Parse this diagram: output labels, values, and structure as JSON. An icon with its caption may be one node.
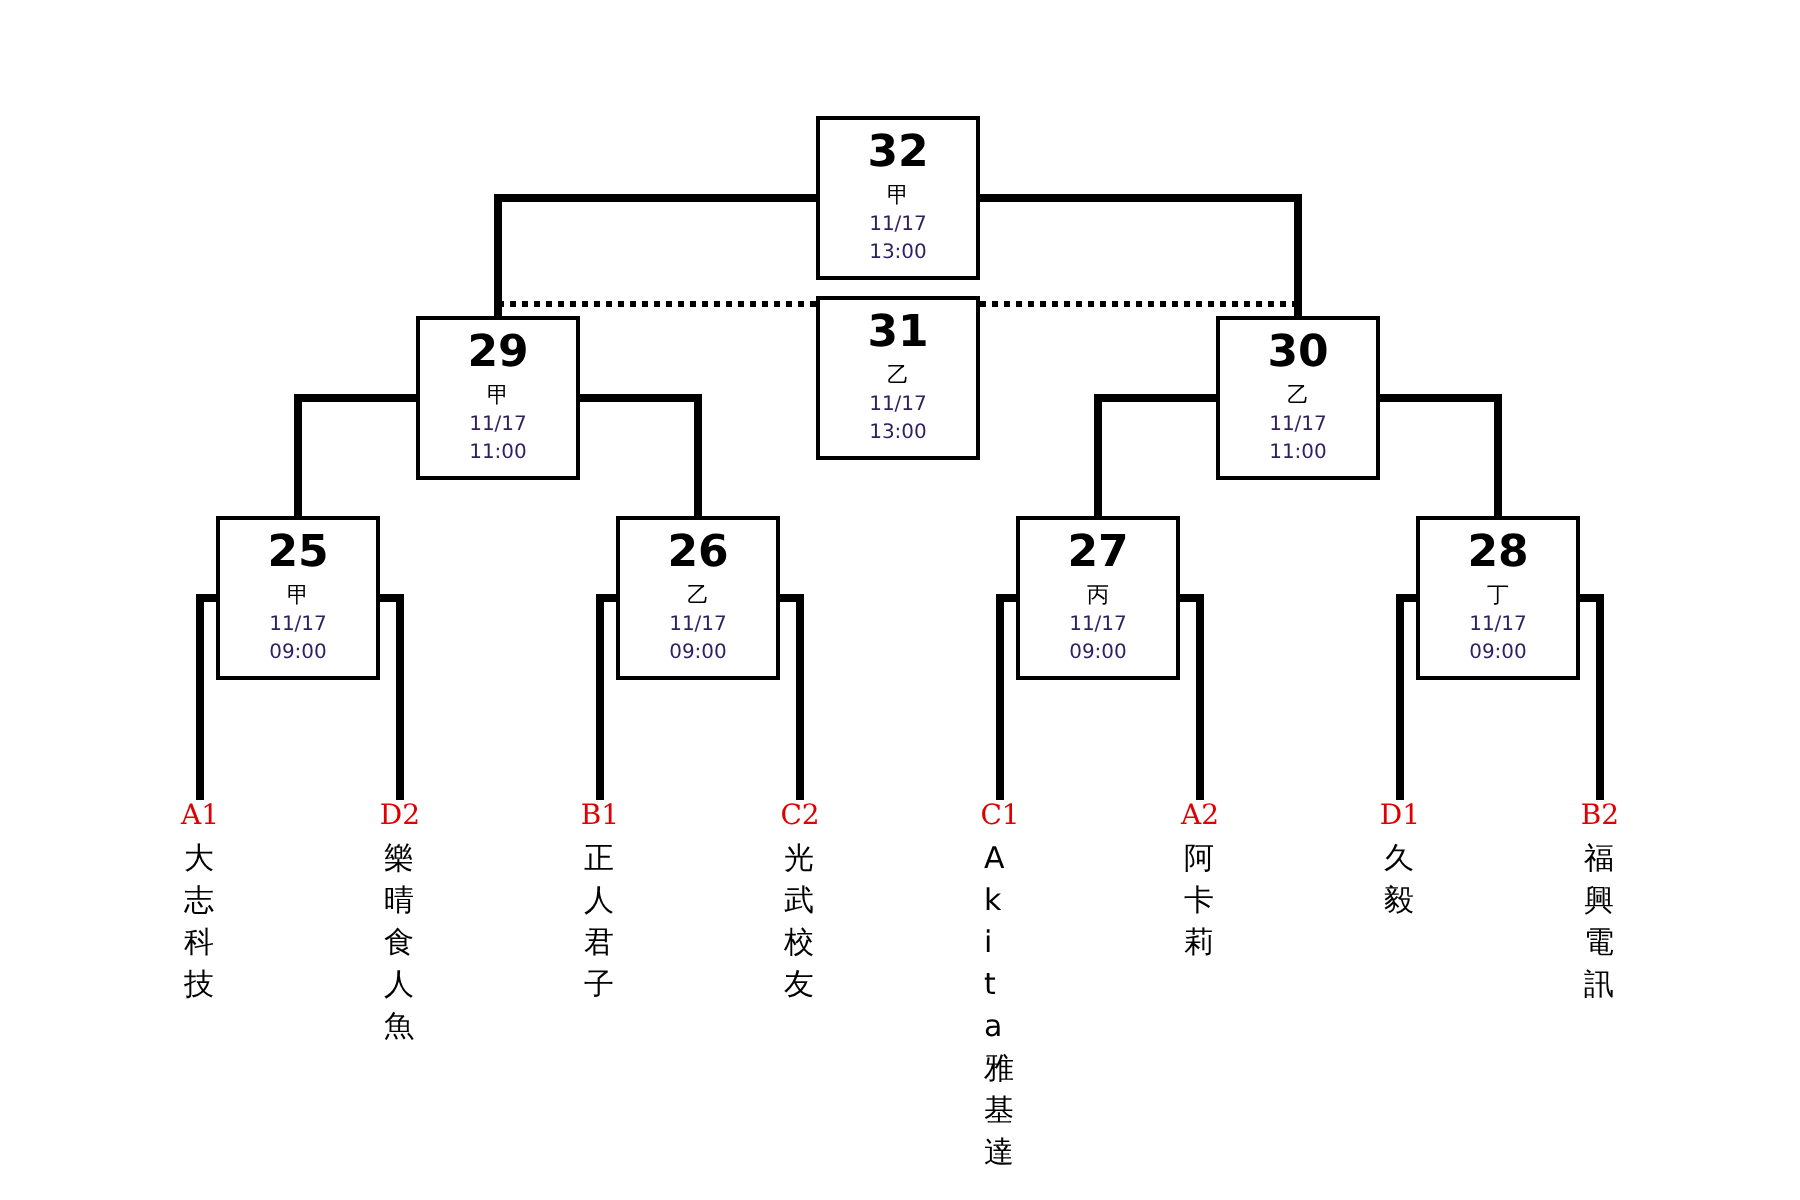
{
  "diagram": {
    "nodes": [
      {
        "text": [
          "32",
          "甲",
          "11/17",
          "13:00"
        ]
      },
      {
        "text": [
          "29",
          "甲",
          "11/17",
          "11:00"
        ]
      },
      {
        "text": [
          "31",
          "乙",
          "11/17",
          "13:00"
        ]
      },
      {
        "text": [
          "30",
          "乙",
          "11/17",
          "11:00"
        ]
      },
      {
        "text": [
          "25",
          "甲",
          "11/17",
          "09:00"
        ]
      },
      {
        "text": [
          "26",
          "乙",
          "11/17",
          "09:00"
        ]
      },
      {
        "text": [
          "27",
          "丙",
          "11/17",
          "09:00"
        ]
      },
      {
        "text": [
          "28",
          "丁",
          "11/17",
          "09:00"
        ]
      },
      {
        "text": [
          "A1",
          "大志科技"
        ]
      },
      {
        "text": [
          "D2",
          "樂晴食人魚"
        ]
      },
      {
        "text": [
          "B1",
          "正人君子"
        ]
      },
      {
        "text": [
          "C2",
          "光武校友"
        ]
      },
      {
        "text": [
          "C1",
          "Akita雅基達"
        ]
      },
      {
        "text": [
          "A2",
          "阿卡莉"
        ]
      },
      {
        "text": [
          "D1",
          "久毅"
        ]
      },
      {
        "text": [
          "B2",
          "福興電訊"
        ]
      }
    ],
    "edges": [
      {
        "from": 1,
        "to": 0,
        "arrow": "none"
      },
      {
        "from": 3,
        "to": 0,
        "arrow": "none"
      },
      {
        "from": 1,
        "to": 2,
        "arrow": "none",
        "style": "dashed"
      },
      {
        "from": 3,
        "to": 2,
        "arrow": "none",
        "style": "dashed"
      },
      {
        "from": 4,
        "to": 1,
        "arrow": "none"
      },
      {
        "from": 5,
        "to": 1,
        "arrow": "none"
      },
      {
        "from": 6,
        "to": 3,
        "arrow": "none"
      },
      {
        "from": 7,
        "to": 3,
        "arrow": "none"
      },
      {
        "from": 8,
        "to": 4,
        "arrow": "none"
      },
      {
        "from": 9,
        "to": 4,
        "arrow": "none"
      },
      {
        "from": 10,
        "to": 5,
        "arrow": "none"
      },
      {
        "from": 11,
        "to": 5,
        "arrow": "none"
      },
      {
        "from": 12,
        "to": 6,
        "arrow": "none"
      },
      {
        "from": 13,
        "to": 6,
        "arrow": "none"
      },
      {
        "from": 14,
        "to": 7,
        "arrow": "none"
      },
      {
        "from": 15,
        "to": 7,
        "arrow": "none"
      }
    ]
  }
}
